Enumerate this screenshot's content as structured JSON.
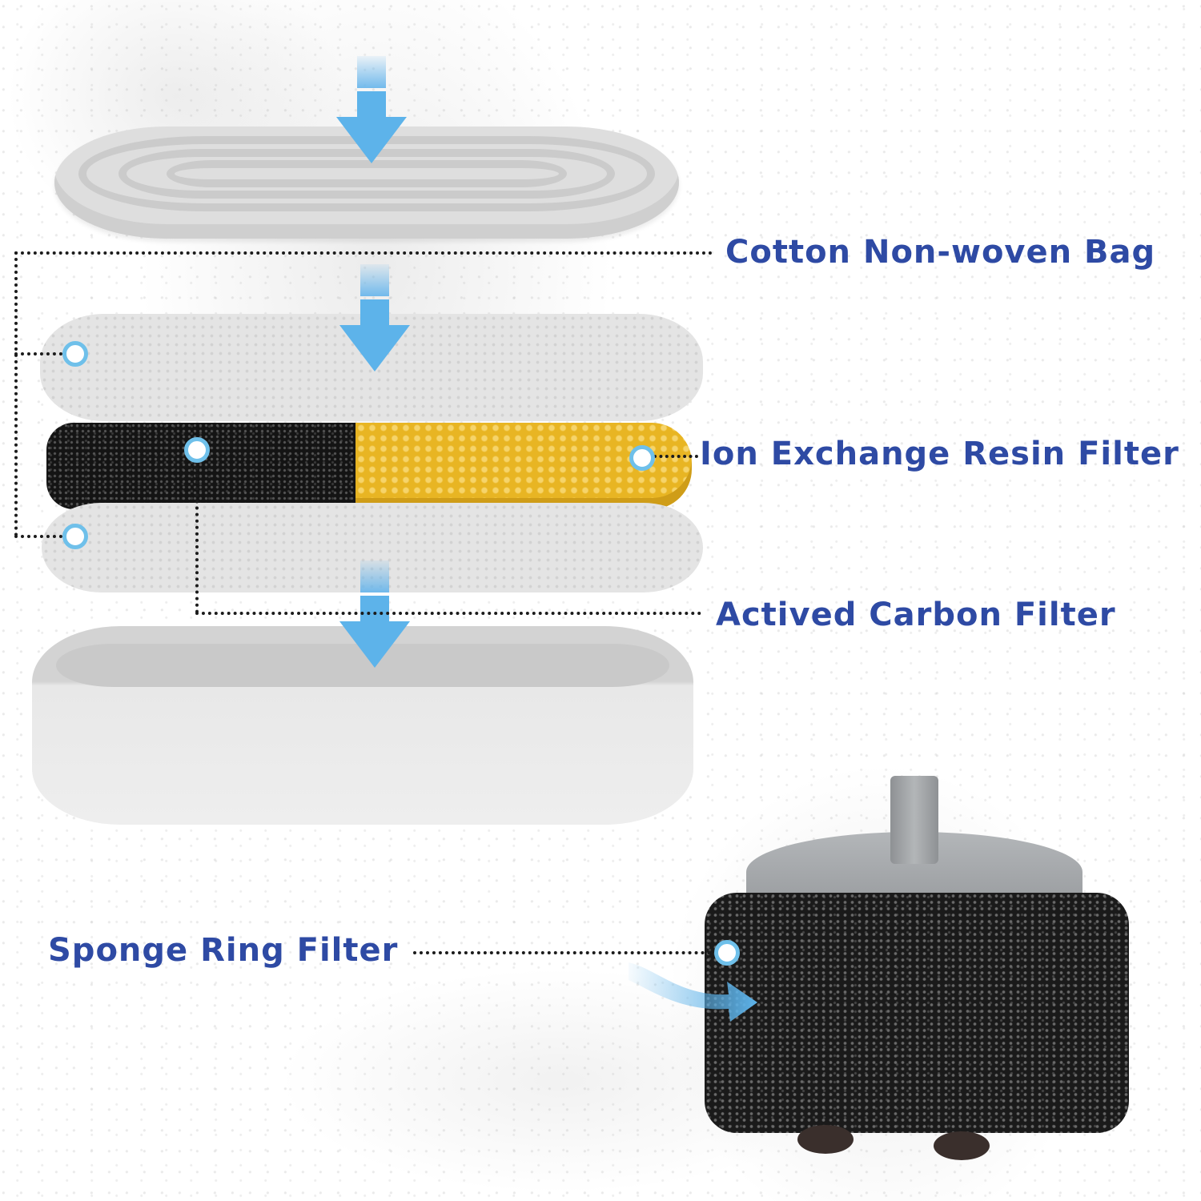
{
  "diagram": {
    "type": "exploded-view",
    "subject": "Pet water fountain filter layers",
    "colors": {
      "label_text": "#2e4aa4",
      "marker_ring": "#6fc0ea",
      "flow_arrow": "#5db3ea",
      "leader_line": "#1b1b1b",
      "carbon": "#141414",
      "resin": "#e8b523"
    },
    "labels": {
      "cotton_bag": "Cotton Non-woven Bag",
      "resin_filter": "Ion Exchange Resin Filter",
      "carbon_filter": "Actived Carbon Filter",
      "sponge_filter": "Sponge Ring Filter"
    },
    "components": [
      {
        "name": "top-cover",
        "description": "Grey oval grated cover"
      },
      {
        "name": "cotton-pad-upper",
        "description": "White non-woven pad"
      },
      {
        "name": "carbon-resin-layer",
        "description": "Half black carbon, half yellow resin"
      },
      {
        "name": "cotton-pad-lower",
        "description": "White non-woven pad"
      },
      {
        "name": "filter-tray",
        "description": "Grey oval tray"
      },
      {
        "name": "pump-with-sponge",
        "description": "Pump wrapped in black sponge ring"
      }
    ],
    "arrows": [
      {
        "name": "flow-arrow-1",
        "direction": "down"
      },
      {
        "name": "flow-arrow-2",
        "direction": "down"
      },
      {
        "name": "flow-arrow-3",
        "direction": "down"
      },
      {
        "name": "flow-arrow-4",
        "direction": "curved-right"
      }
    ]
  }
}
